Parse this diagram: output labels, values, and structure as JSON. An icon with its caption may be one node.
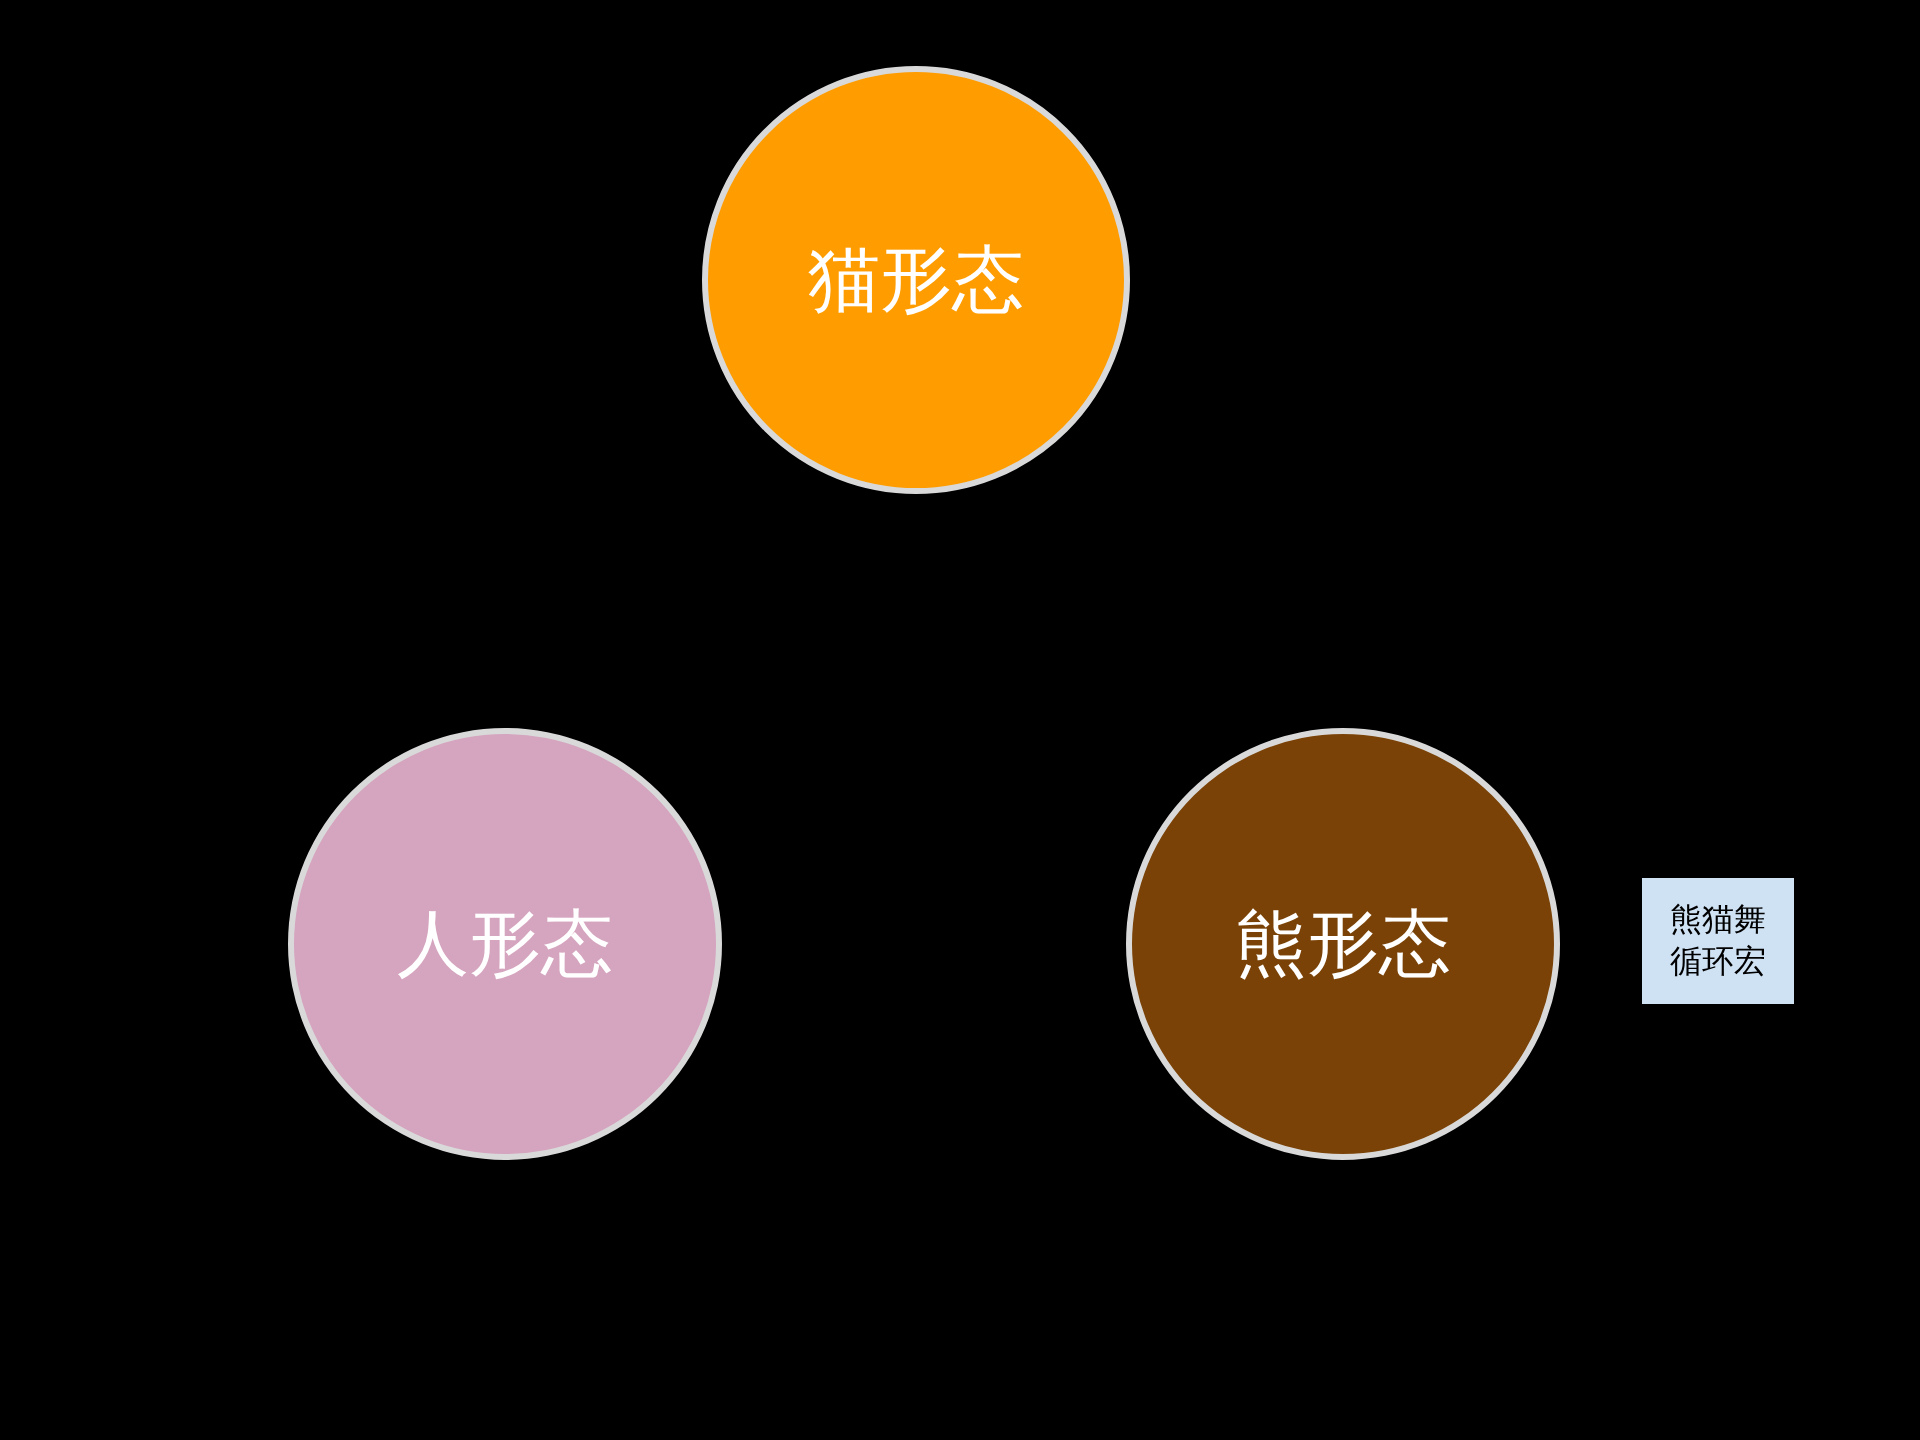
{
  "diagram": {
    "nodes": [
      {
        "text": [
          "猫形态"
        ]
      },
      {
        "text": [
          "人形态"
        ]
      },
      {
        "text": [
          "熊形态"
        ]
      },
      {
        "text": [
          "熊猫舞循环宏"
        ]
      }
    ]
  }
}
